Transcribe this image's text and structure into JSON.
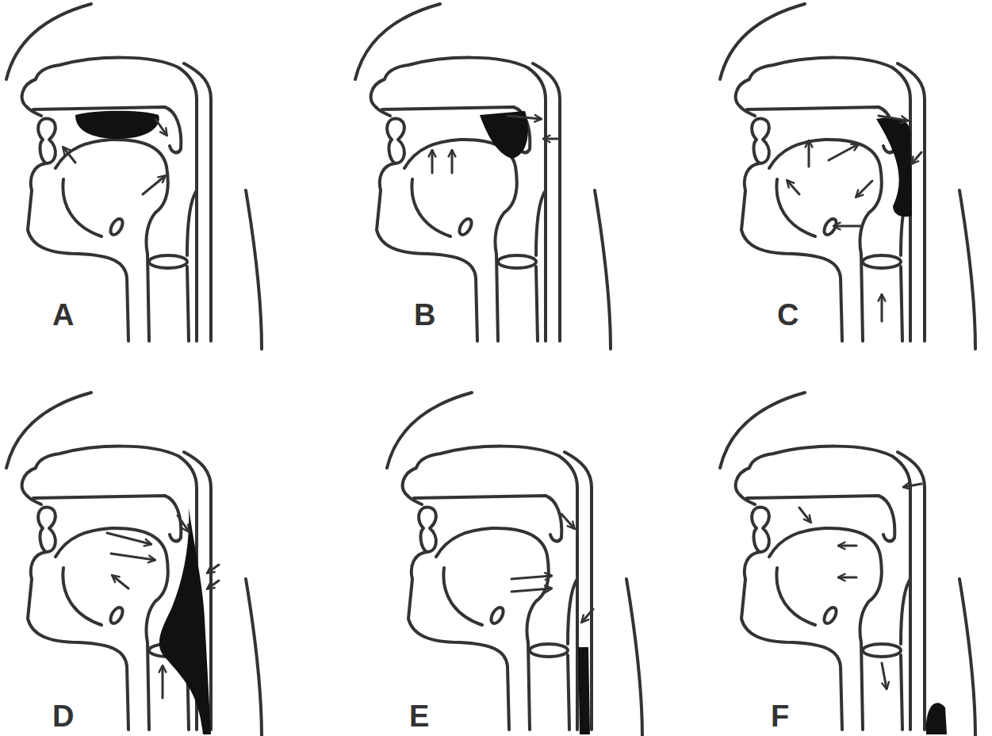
{
  "diagram": {
    "labels": [
      "A",
      "B",
      "C",
      "D",
      "E",
      "F"
    ]
  }
}
